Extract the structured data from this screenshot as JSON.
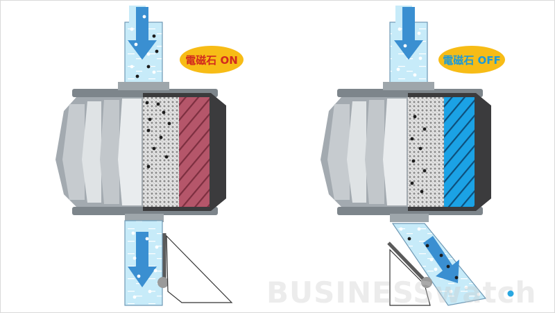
{
  "labels": {
    "left": {
      "text": "電磁石 ON",
      "color": "#d22a1e"
    },
    "right": {
      "text": "電磁石 OFF",
      "color": "#1e9ad6"
    }
  },
  "watermark": {
    "text": "BUSINESSwatch",
    "dot_color": "#29a7e1"
  },
  "colors": {
    "badge": "#f7bc16",
    "pipe": "#bfe6f7",
    "pipe_edge": "#6e98b4",
    "arrow": "#3a8fd1",
    "body_dark": "#3b3b3d",
    "body_mid": "#8f969c",
    "body_light": "#d8dde0",
    "magnet_on": "#b5566a",
    "magnet_off": "#1ba2e5",
    "particle": "#1c1c1c"
  }
}
